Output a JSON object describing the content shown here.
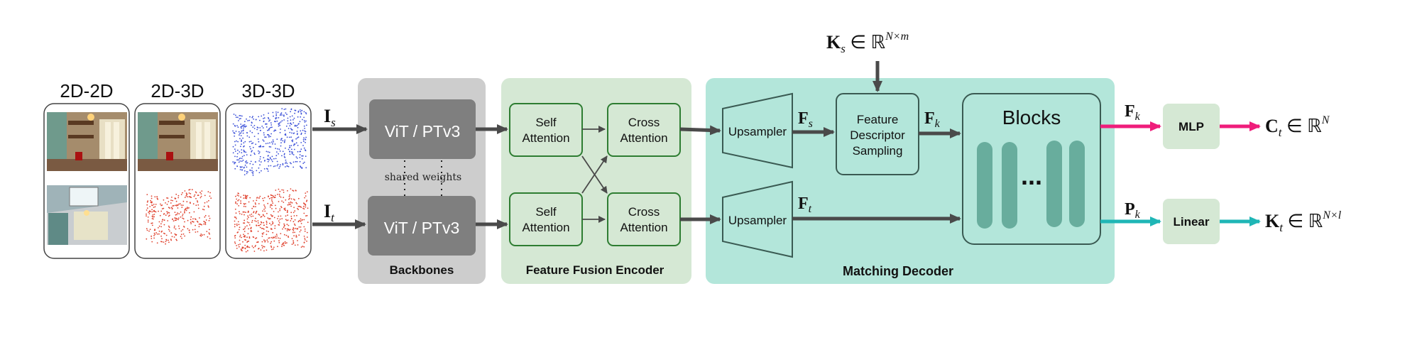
{
  "inputs": {
    "titles": [
      "2D-2D",
      "2D-3D",
      "3D-3D"
    ]
  },
  "symbols": {
    "Is": {
      "main": "I",
      "sub": "s"
    },
    "It": {
      "main": "I",
      "sub": "t"
    },
    "Fs": {
      "main": "F",
      "sub": "s"
    },
    "Ft": {
      "main": "F",
      "sub": "t"
    },
    "Fk_mid": {
      "main": "F",
      "sub": "k"
    },
    "Fk_out": {
      "main": "F",
      "sub": "k"
    },
    "Pk": {
      "main": "P",
      "sub": "k"
    },
    "Ks": {
      "main": "K",
      "sub": "s",
      "rest": " ∈ ℝ",
      "sup": "N×m"
    },
    "Ct": {
      "main": "C",
      "sub": "t",
      "rest": " ∈ ℝ",
      "sup": "N"
    },
    "Kt": {
      "main": "K",
      "sub": "t",
      "rest": " ∈ ℝ",
      "sup": "N×l"
    }
  },
  "backbones": {
    "label": "Backbones",
    "top": "ViT / PTv3",
    "bottom": "ViT / PTv3",
    "shared": "shared weights"
  },
  "encoder": {
    "label": "Feature Fusion Encoder",
    "self_line1": "Self",
    "self_line2": "Attention",
    "cross_line1": "Cross",
    "cross_line2": "Attention"
  },
  "decoder": {
    "label": "Matching Decoder",
    "upsampler": "Upsampler",
    "fds_line1": "Feature",
    "fds_line2": "Descriptor",
    "fds_line3": "Sampling",
    "blocks": "Blocks",
    "ellipsis": "..."
  },
  "heads": {
    "mlp": "MLP",
    "linear": "Linear"
  },
  "colors": {
    "backbone_bg": "#cdcdcd",
    "backbone_box": "#7f7f7f",
    "encoder_bg": "#d5e8d4",
    "encoder_stroke": "#2e7d32",
    "decoder_bg": "#b3e6da",
    "decoder_stroke": "#3a5a52",
    "block_bar": "#68ad9d",
    "head_bg": "#d5e8d4",
    "arrow_dark": "#4a4a4a",
    "arrow_pink": "#ef1d7b",
    "arrow_teal": "#1fb6b6"
  }
}
